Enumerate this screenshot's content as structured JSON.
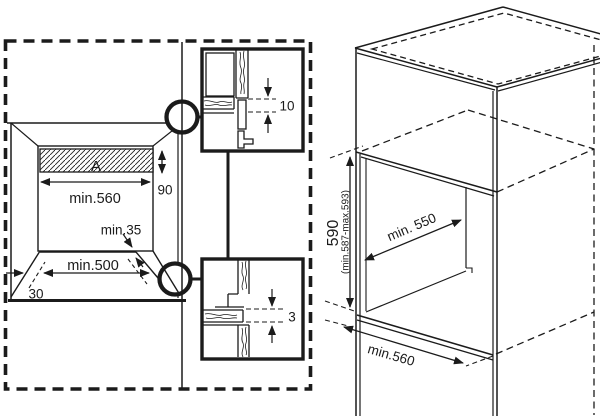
{
  "colors": {
    "line": "#1b1b1b",
    "background": "#ffffff"
  },
  "front_view": {
    "vent_label": "A",
    "vent_height": "90",
    "width_top": "min.560",
    "rear_clearance": "min.35",
    "width_bottom": "min.500",
    "front_recess": "30"
  },
  "detail_top": {
    "gap": "10"
  },
  "detail_bottom": {
    "gap": "3"
  },
  "iso_view": {
    "niche_height": "590",
    "niche_height_range": "(min.587-max.593)",
    "niche_depth": "min. 550",
    "cabinet_width": "min.560"
  }
}
